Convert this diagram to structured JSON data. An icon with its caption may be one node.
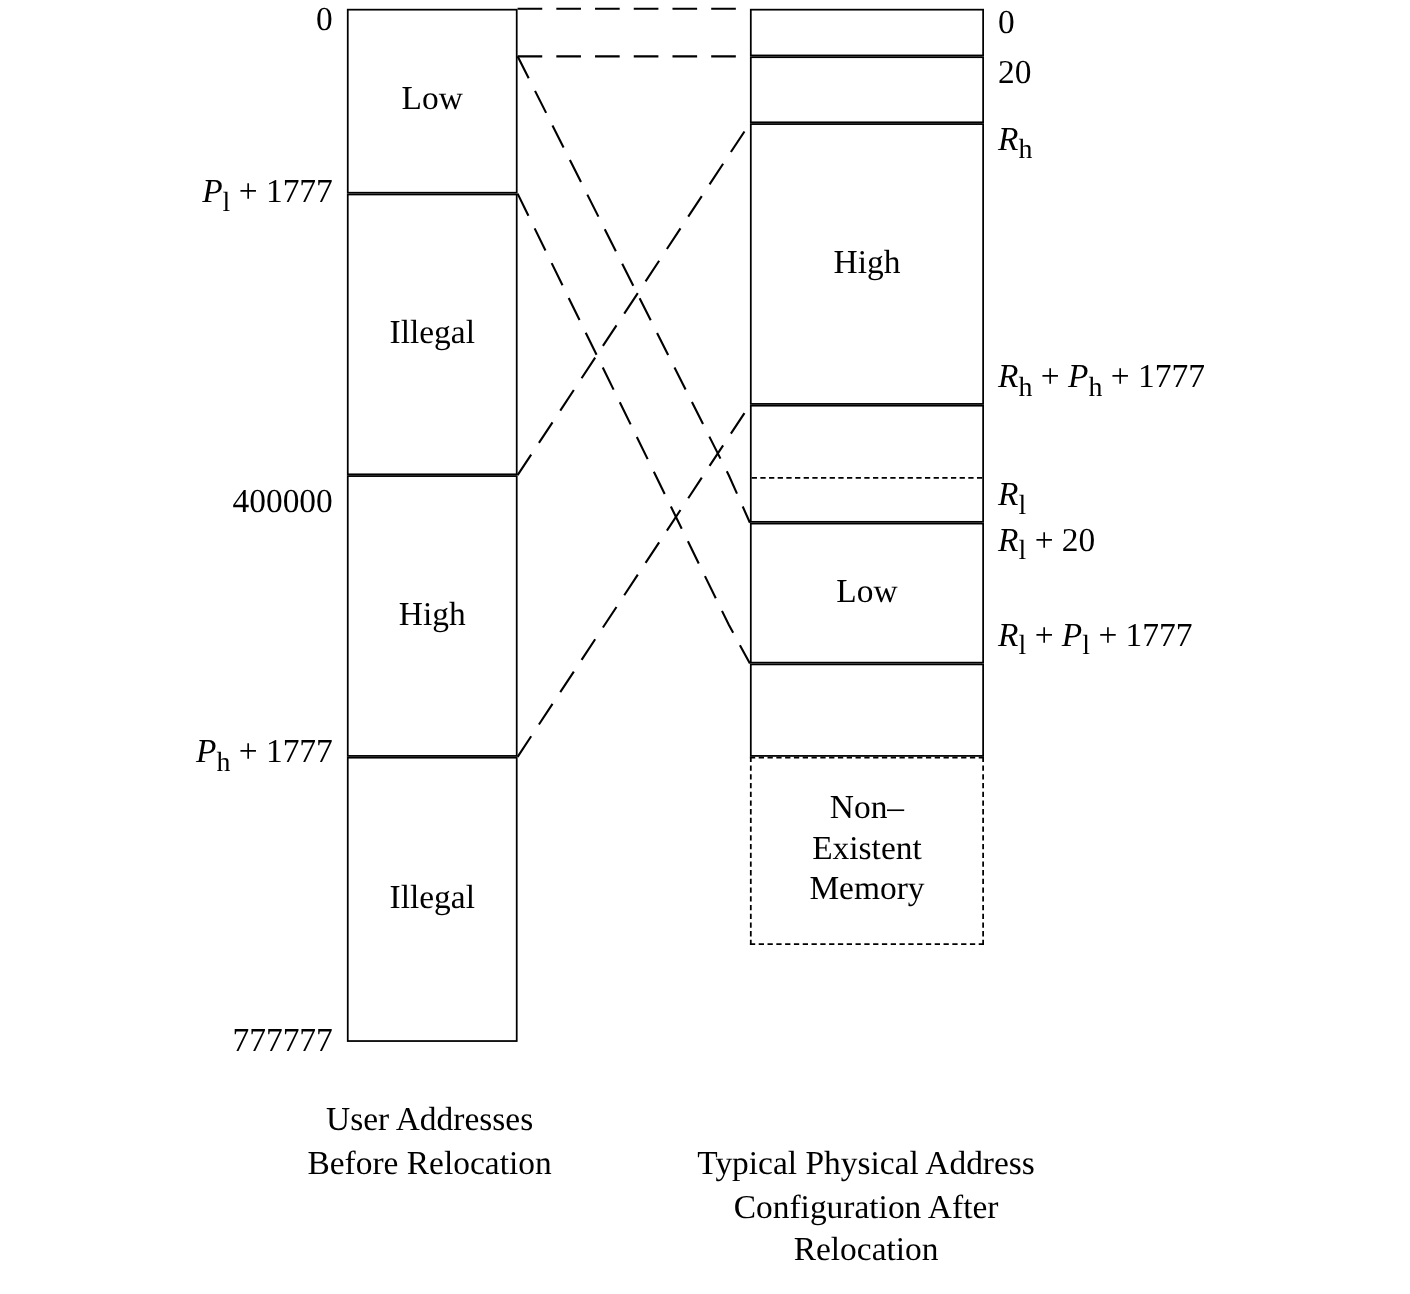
{
  "diagram": {
    "nodes": [
      {
        "text": [
          "Low"
        ]
      },
      {
        "text": [
          "Illegal"
        ]
      },
      {
        "text": [
          "High"
        ]
      },
      {
        "text": [
          "Illegal"
        ]
      },
      {
        "text": [],
        "shape": "box"
      },
      {
        "text": [],
        "shape": "box"
      },
      {
        "text": [
          "High"
        ]
      },
      {
        "text": [],
        "shape": "box"
      },
      {
        "text": [
          "Low"
        ]
      },
      {
        "text": [],
        "shape": "box"
      },
      {
        "text": [
          "Non– Existent Memory"
        ]
      }
    ],
    "edges": [
      {
        "from": 0,
        "to": 4,
        "arrow": "none",
        "style": "dashed"
      },
      {
        "from": 0,
        "to": 4,
        "arrow": "none",
        "style": "dashed"
      },
      {
        "from": 0,
        "to": 8,
        "arrow": "none",
        "style": "dashed"
      },
      {
        "from": 0,
        "to": 8,
        "arrow": "none",
        "style": "dashed"
      },
      {
        "from": 2,
        "to": 6,
        "arrow": "none",
        "style": "dashed"
      },
      {
        "from": 2,
        "to": 6,
        "arrow": "none",
        "style": "dashed"
      }
    ],
    "labels": [
      "0",
      "0",
      "20",
      "*R*$_{h}$",
      "*P*$_{l}$ + 1777",
      "*R*$_{h}$ + *P*$_{h}$ + 1777",
      "400000",
      "*R*$_{l}$",
      "*R*$_{l}$ + 20",
      "*R*$_{l}$ + *P*$_{l}$ + 1777",
      "*P*$_{h}$ + 1777",
      "777777",
      "User Addresses Before Relocation",
      "Typical Physical Address Configuration After Relocation"
    ]
  }
}
